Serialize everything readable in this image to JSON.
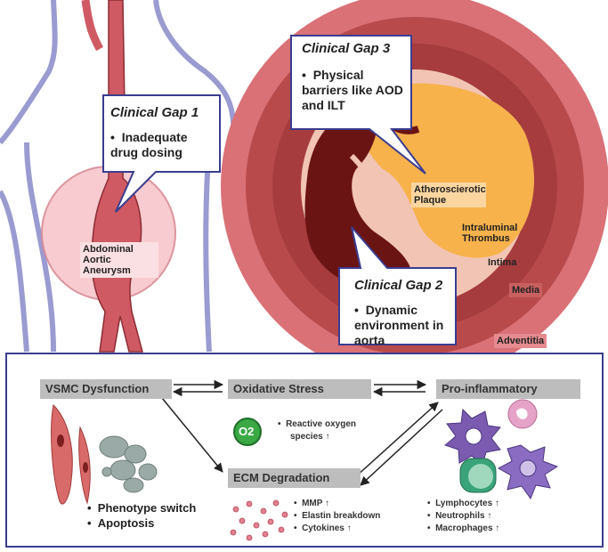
{
  "gap1": {
    "title": "Clinical Gap 1",
    "bullet": "Inadequate drug dosing"
  },
  "gap2": {
    "title": "Clinical Gap 2",
    "bullet": "Dynamic environment in aorta"
  },
  "gap3": {
    "title": "Clinical Gap 3",
    "bullet": "Physical barriers like AOD and ILT"
  },
  "labels": {
    "aaa": "Abdominal Aortic Aneurysm",
    "plaque": "Atheroscierotic Plaque",
    "thrombus": "Intraluminal Thrombus",
    "intima": "Intima",
    "media": "Media",
    "adventitia": "Adventitia"
  },
  "panel": {
    "vsmc": "VSMC Dysfunction",
    "oxidative": "Oxidative Stress",
    "proinflam": "Pro-inflammatory",
    "ecm": "ECM Degradation",
    "o2_symbol": "O2",
    "ros_line1": "Reactive oxygen",
    "ros_line2": "species ↑",
    "vsmc_items": [
      "Phenotype switch",
      "Apoptosis"
    ],
    "ecm_items": [
      "MMP ↑",
      "Elastin breakdown",
      "Cytokines ↑"
    ],
    "immune_items": [
      "Lymphocytes ↑",
      "Neutrophils ↑",
      "Macrophages ↑"
    ]
  },
  "colors": {
    "outline": "#3a3d8f",
    "aorta": "#cf5a63",
    "adventitia": "#d97177",
    "media": "#b84a4c",
    "intima": "#f2c4b3",
    "plaque": "#f7b24c",
    "thrombus": "#6b1414",
    "o2": "#3aa845",
    "macrophage": "#7b5bb0"
  }
}
